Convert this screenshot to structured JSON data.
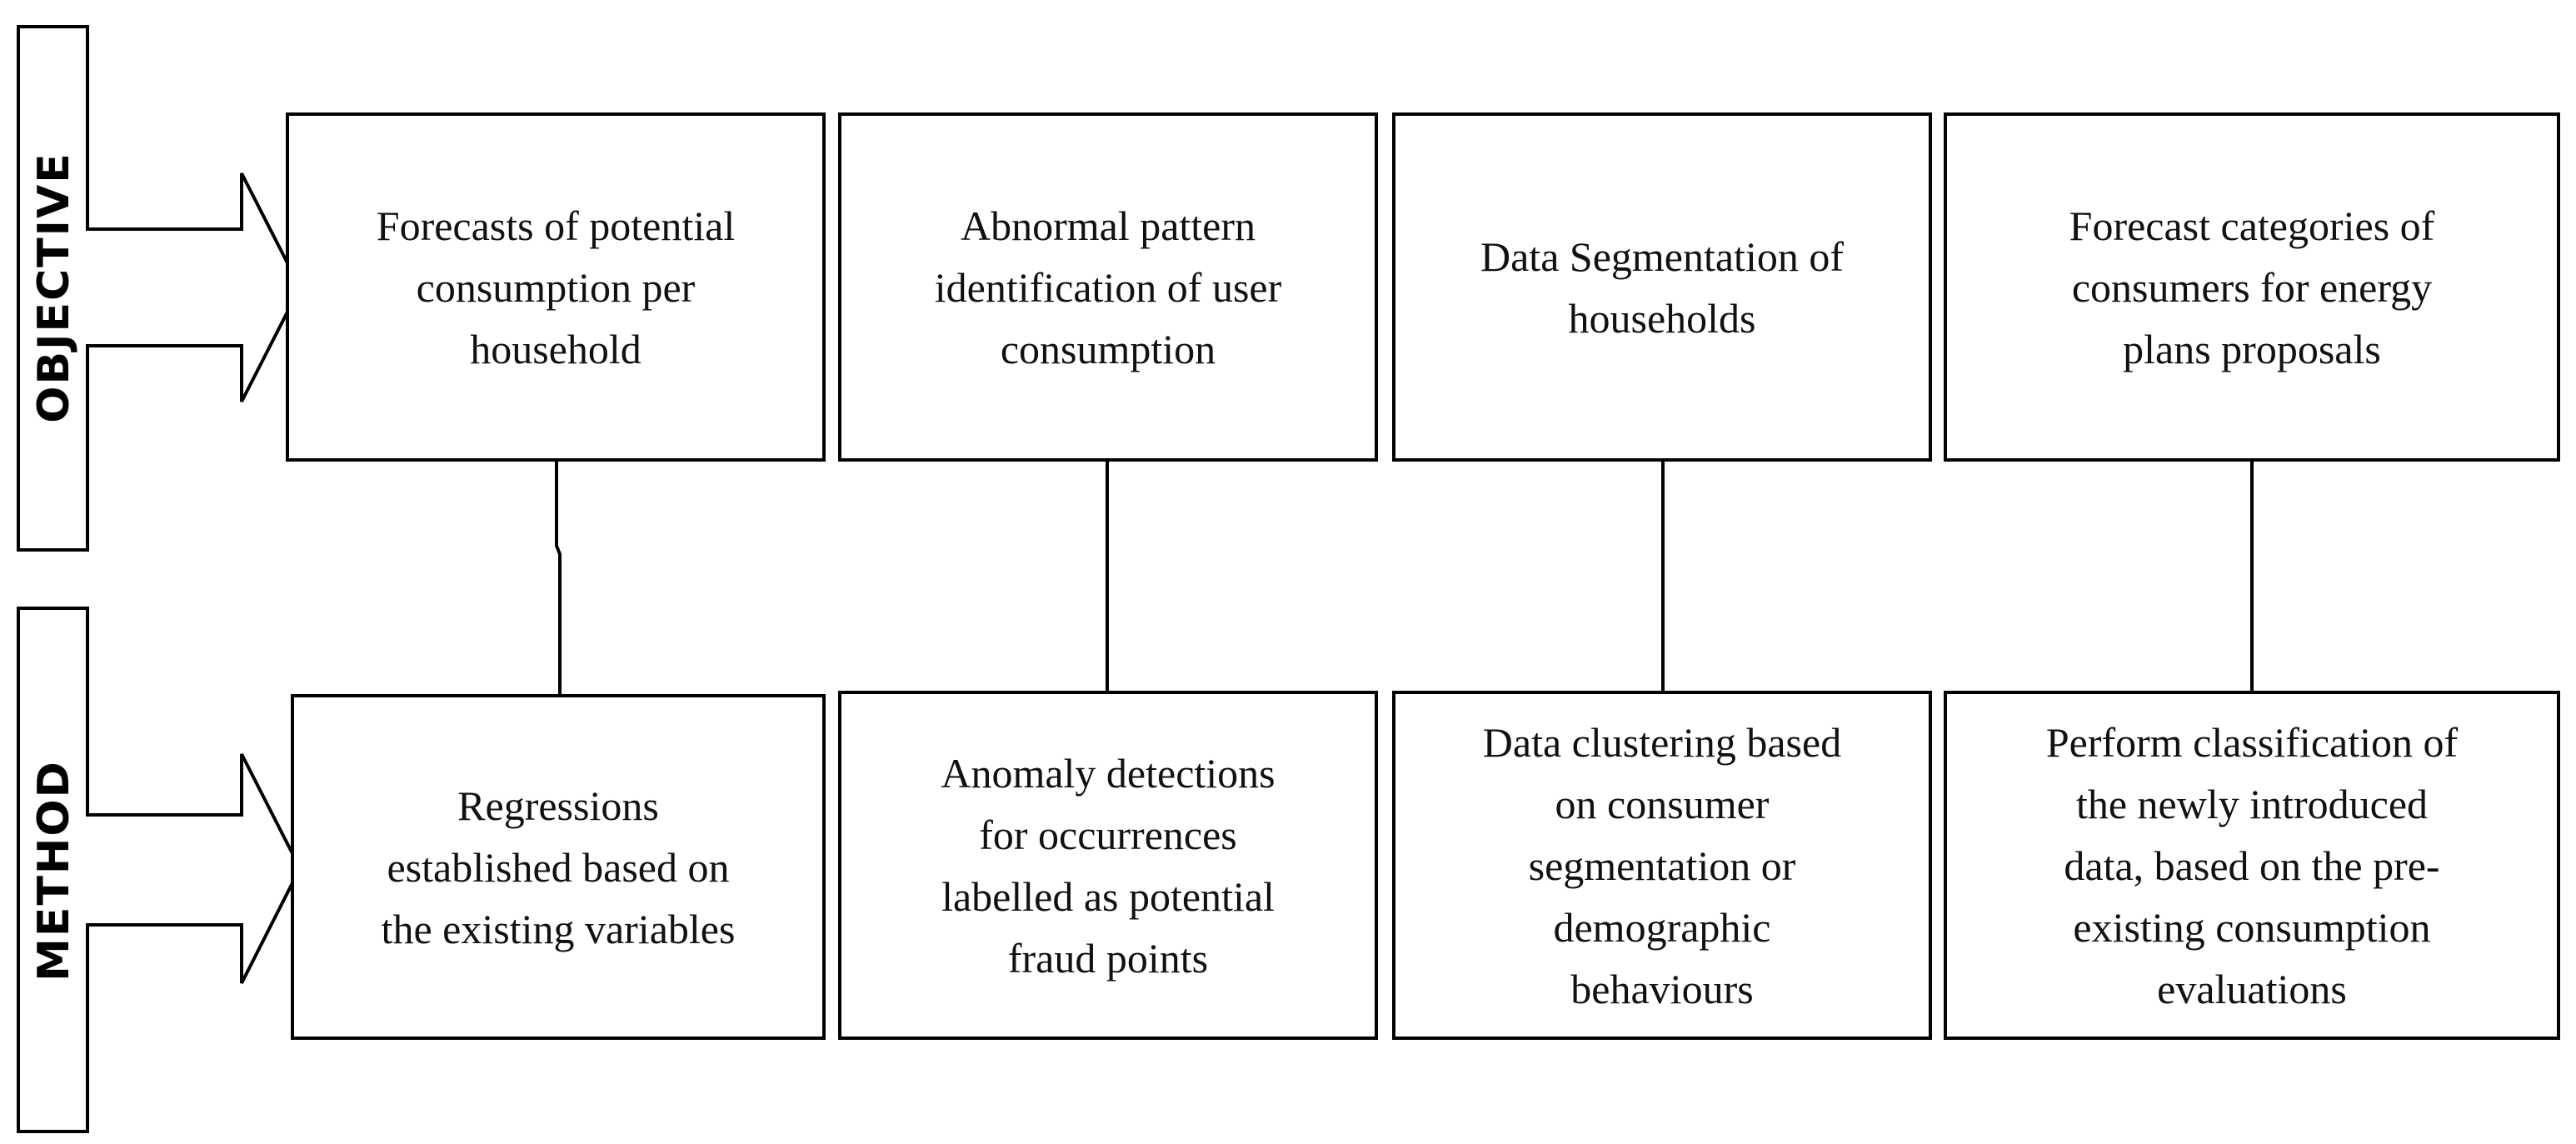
{
  "rows": {
    "objective": {
      "label": "OBJECTIVE",
      "boxes": [
        "Forecasts of potential\nconsumption per\nhousehold",
        "Abnormal pattern\nidentification of user\nconsumption",
        "Data Segmentation of\nhouseholds",
        "Forecast categories of\nconsumers for energy\nplans proposals"
      ]
    },
    "method": {
      "label": "METHOD",
      "boxes": [
        "Regressions\nestablished based on\nthe existing variables",
        "Anomaly detections\nfor occurrences\nlabelled as potential\nfraud points",
        "Data clustering based\non consumer\nsegmentation or\ndemographic\nbehaviours",
        "Perform classification of\nthe newly introduced\ndata, based on the pre-\nexisting consumption\nevaluations"
      ]
    }
  },
  "colors": {
    "stroke": "#000000",
    "text": "#111111",
    "background": "#ffffff"
  }
}
